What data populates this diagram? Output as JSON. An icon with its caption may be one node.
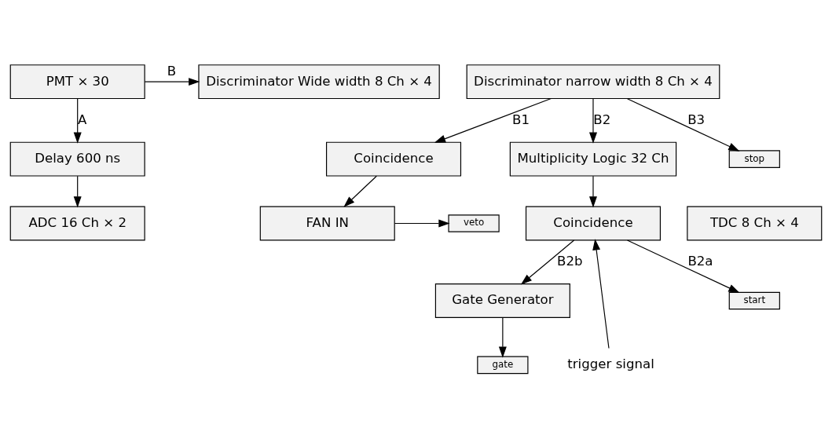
{
  "diagram": {
    "nodes": [
      {
        "text": [
          "PMT × 30"
        ]
      },
      {
        "text": [
          "Discriminator Wide width 8 Ch × 4"
        ]
      },
      {
        "text": [
          "Discriminator narrow width 8 Ch × 4"
        ]
      },
      {
        "text": [
          "Delay 600 ns"
        ]
      },
      {
        "text": [
          "Coincidence"
        ]
      },
      {
        "text": [
          "Multiplicity Logic 32 Ch"
        ]
      },
      {
        "text": [
          "stop"
        ]
      },
      {
        "text": [
          "TDC 8 Ch × 4"
        ]
      },
      {
        "text": [
          "start"
        ]
      },
      {
        "text": [
          "ADC 16 Ch × 2"
        ]
      },
      {
        "text": [
          "gate"
        ]
      },
      {
        "text": [
          "FAN IN"
        ]
      },
      {
        "text": [
          "veto"
        ]
      },
      {
        "text": [
          "Coincidence"
        ]
      },
      {
        "text": [
          "trigger signal"
        ]
      },
      {
        "text": [
          "Gate Generator"
        ]
      }
    ],
    "edges": [
      {
        "from": 0,
        "to": 1,
        "arrow": "to",
        "label": "B"
      },
      {
        "from": 0,
        "to": 3,
        "arrow": "to",
        "label": "A"
      },
      {
        "from": 2,
        "to": 4,
        "arrow": "to",
        "label": "B1"
      },
      {
        "from": 2,
        "to": 5,
        "arrow": "to",
        "label": "B2"
      },
      {
        "from": 2,
        "to": 6,
        "arrow": "to",
        "label": "B3"
      },
      {
        "from": 3,
        "to": 9,
        "arrow": "to"
      },
      {
        "from": 4,
        "to": 11,
        "arrow": "to"
      },
      {
        "from": 5,
        "to": 13,
        "arrow": "to"
      },
      {
        "from": 11,
        "to": 12,
        "arrow": "to"
      },
      {
        "from": 14,
        "to": 13,
        "arrow": "to"
      },
      {
        "from": 13,
        "to": 8,
        "arrow": "to",
        "label": "B2a"
      },
      {
        "from": 13,
        "to": 15,
        "arrow": "to",
        "label": "B2b"
      },
      {
        "from": 15,
        "to": 10,
        "arrow": "to"
      }
    ]
  }
}
